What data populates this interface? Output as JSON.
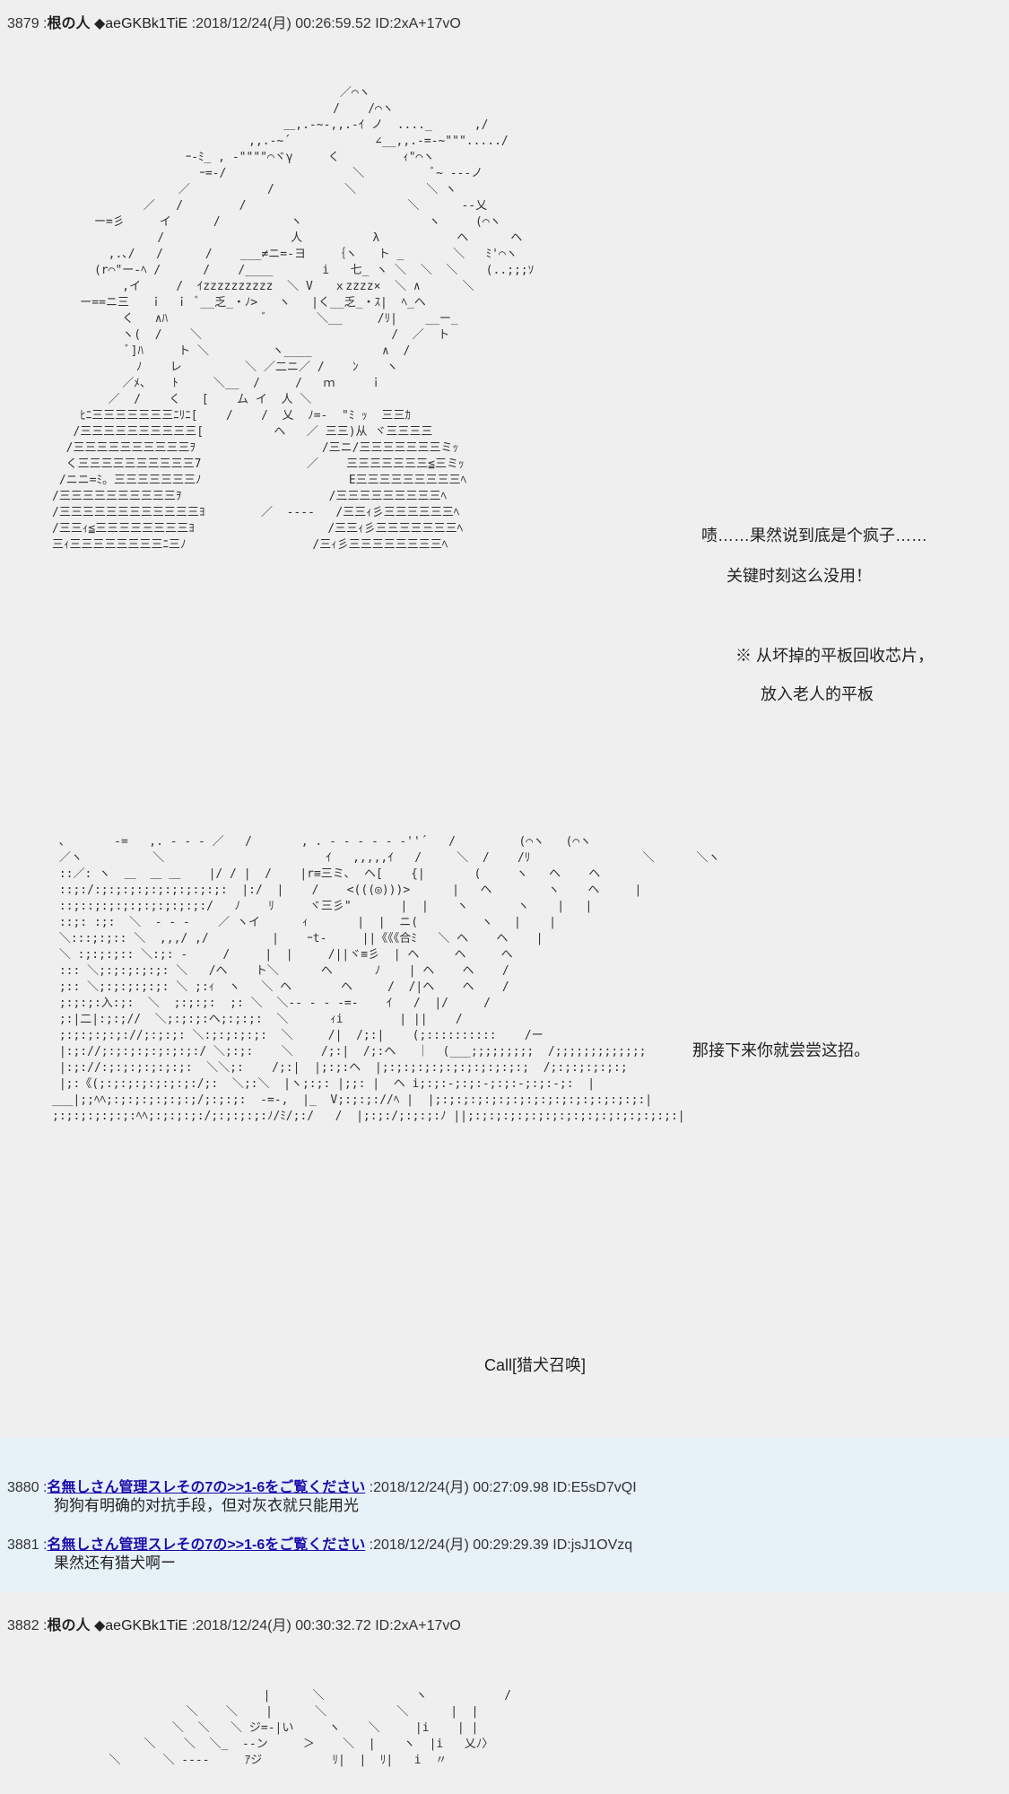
{
  "posts": [
    {
      "number": "3879",
      "name": "根の人",
      "trip": "◆aeGKBk1TiE",
      "datetime": ":2018/12/24(月) 00:26:59.52",
      "id": "ID:2xA+17vO",
      "lines": [
        "啧……果然说到底是个疯子……",
        "关键时刻这么没用！",
        "※  从坏掉的平板回收芯片，",
        "放入老人的平板",
        "那接下来你就尝尝这招。",
        "Call[猎犬召唤]"
      ]
    },
    {
      "number": "3880",
      "name": "名無しさん管理スレその7の>>1-6をご覧ください",
      "datetime": ":2018/12/24(月) 00:27:09.98",
      "id": "ID:E5sD7vQI",
      "body": "狗狗有明确的对抗手段，但对灰衣就只能用光"
    },
    {
      "number": "3881",
      "name": "名無しさん管理スレその7の>>1-6をご覧ください",
      "datetime": ":2018/12/24(月) 00:29:29.39",
      "id": "ID:jsJ1OVzq",
      "body": "果然还有猎犬啊ー"
    },
    {
      "number": "3882",
      "name": "根の人",
      "trip": "◆aeGKBk1TiE",
      "datetime": ":2018/12/24(月) 00:30:32.72",
      "id": "ID:2xA+17vO"
    }
  ],
  "colors": {
    "page_bg": "#efefef",
    "reply_bg": "#e6f1f8",
    "link": "#1a0dab"
  }
}
